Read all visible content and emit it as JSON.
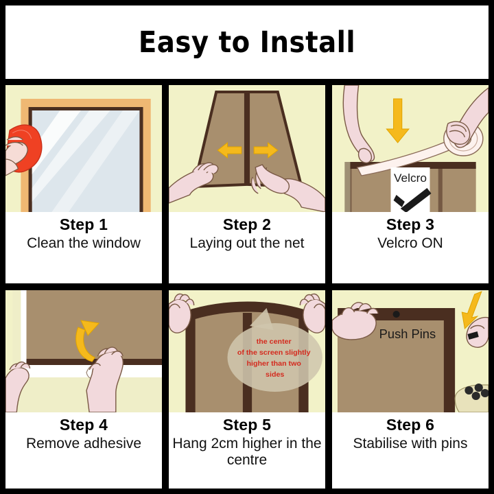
{
  "header": {
    "title": "Easy to Install"
  },
  "colors": {
    "background_cream": "#f2f2c8",
    "net_brown": "#a88f6e",
    "frame_dark_brown": "#4a2e20",
    "window_frame_orange": "#efb873",
    "arrow_yellow": "#f5b91c",
    "cloth_red": "#ef4123",
    "skin": "#f6dcd6",
    "bubble_text_red": "#d42a1e",
    "panel_white": "#ffffff",
    "grid_black": "#000000"
  },
  "steps": [
    {
      "label": "Step 1",
      "description": "Clean the window",
      "art": {
        "name": "clean-window-illustration",
        "elements": [
          "window-frame",
          "glass-pane",
          "red-cloth",
          "hand"
        ]
      }
    },
    {
      "label": "Step 2",
      "description": "Laying out the net",
      "art": {
        "name": "laying-out-net-illustration",
        "elements": [
          "net-panel-left",
          "net-panel-right",
          "arrow-left",
          "arrow-right",
          "hand-left",
          "hand-right"
        ]
      }
    },
    {
      "label": "Step 3",
      "description": "Velcro ON",
      "art": {
        "name": "velcro-on-illustration",
        "card_label": "Velcro",
        "elements": [
          "hand-left",
          "hand-right",
          "velcro-tape-strip",
          "velcro-roll",
          "arrow-down",
          "velcro-card"
        ]
      }
    },
    {
      "label": "Step 4",
      "description": "Remove adhesive",
      "art": {
        "name": "remove-adhesive-illustration",
        "elements": [
          "net-surface",
          "adhesive-strip",
          "hand-left",
          "hand-right",
          "curved-arrow"
        ]
      }
    },
    {
      "label": "Step 5",
      "description": "Hang 2cm higher in the centre",
      "art": {
        "name": "hang-higher-illustration",
        "bubble_lines": [
          "the center",
          "of the screen slightly",
          "higher than two",
          "sides"
        ],
        "elements": [
          "net-frame",
          "speech-bubble",
          "hand-left",
          "hand-right"
        ]
      }
    },
    {
      "label": "Step 6",
      "description": "Stabilise with pins",
      "art": {
        "name": "stabilise-with-pins-illustration",
        "card_label": "Push Pins",
        "elements": [
          "net-surface",
          "push-pin",
          "hand-left",
          "hand-right",
          "pin-bowl",
          "arrow-down"
        ]
      }
    }
  ]
}
